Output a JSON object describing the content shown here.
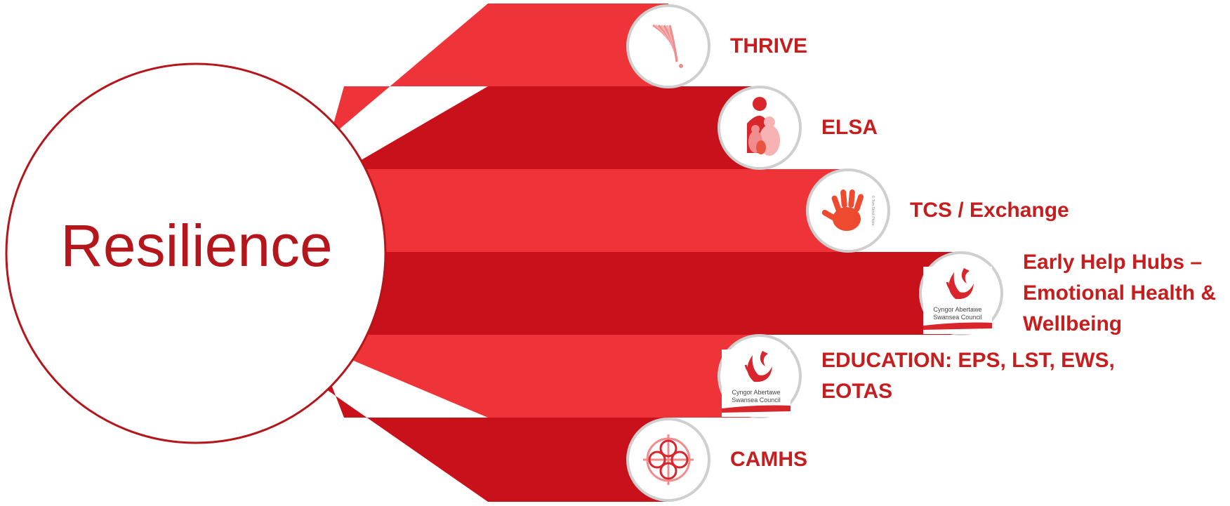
{
  "center": {
    "label": "Resilience"
  },
  "colors": {
    "primary": "#c8111a",
    "light": "#ee3439",
    "label": "#c61e1e",
    "circle_border": "#b5161b",
    "icon_ring": "#cfcfcf"
  },
  "branches": [
    {
      "lines": [
        "THRIVE"
      ],
      "icon": "thrive-feather-logo-icon",
      "shade": "light"
    },
    {
      "lines": [
        "ELSA"
      ],
      "icon": "elsa-family-logo-icon",
      "shade": "dark"
    },
    {
      "lines": [
        "TCS / Exchange"
      ],
      "icon": "handprint-logo-icon",
      "shade": "light",
      "icon_text": "© Tom Stock Photo"
    },
    {
      "lines": [
        "Early Help Hubs –",
        "Emotional Health &",
        "Wellbeing"
      ],
      "icon": "swansea-council-logo-icon",
      "shade": "dark",
      "icon_text": [
        "Cyngor Abertawe",
        "Swansea Council"
      ]
    },
    {
      "lines": [
        "EDUCATION: EPS, LST, EWS,",
        "EOTAS"
      ],
      "icon": "swansea-council-logo-icon",
      "shade": "light",
      "icon_text": [
        "Cyngor Abertawe",
        "Swansea Council"
      ]
    },
    {
      "lines": [
        "CAMHS"
      ],
      "icon": "camhs-knot-logo-icon",
      "shade": "dark"
    }
  ]
}
